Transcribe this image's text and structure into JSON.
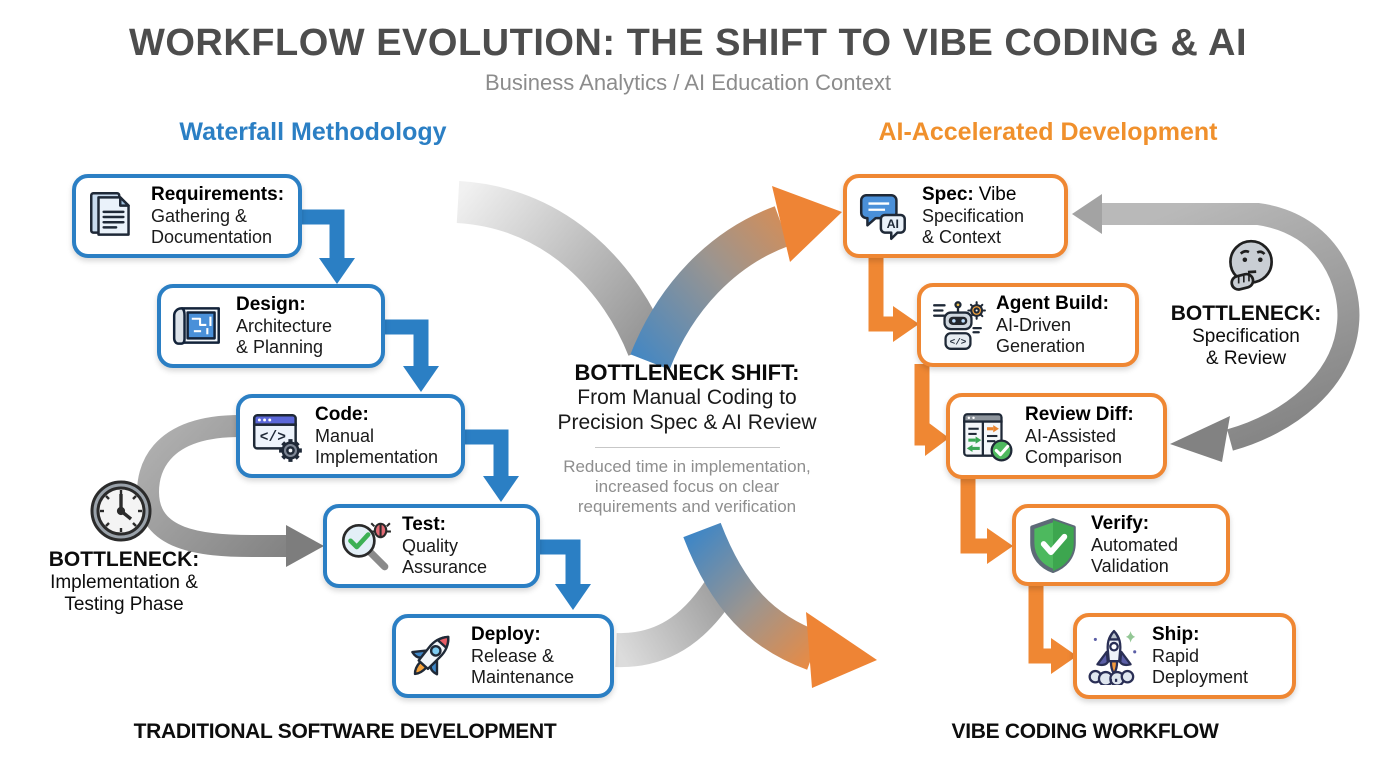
{
  "title": "WORKFLOW EVOLUTION: THE SHIFT TO VIBE CODING & AI",
  "subtitle": "Business Analytics / AI Education Context",
  "center": {
    "heading": "BOTTLENECK SHIFT:",
    "line1": "From Manual Coding to",
    "line2": "Precision Spec & AI Review",
    "note1": "Reduced time in implementation,",
    "note2": "increased focus on clear",
    "note3": "requirements and verification"
  },
  "left": {
    "header": "Waterfall Methodology",
    "footer": "TRADITIONAL SOFTWARE DEVELOPMENT",
    "accent_color": "#2b7fc4",
    "steps": [
      {
        "icon": "documents-icon",
        "title": "Requirements:",
        "suffix": "",
        "line1": "Gathering &",
        "line2": "Documentation"
      },
      {
        "icon": "blueprint-icon",
        "title": "Design:",
        "suffix": "",
        "line1": "Architecture",
        "line2": "& Planning"
      },
      {
        "icon": "code-window-icon",
        "title": "Code:",
        "suffix": "",
        "line1": "Manual",
        "line2": "Implementation"
      },
      {
        "icon": "magnifier-check-icon",
        "title": "Test:",
        "suffix": "",
        "line1": "Quality",
        "line2": "Assurance"
      },
      {
        "icon": "rocket-icon",
        "title": "Deploy:",
        "suffix": "",
        "line1": "Release &",
        "line2": "Maintenance"
      }
    ],
    "bottleneck": {
      "icon": "clock-icon",
      "title": "BOTTLENECK:",
      "line1": "Implementation &",
      "line2": "Testing Phase"
    }
  },
  "right": {
    "header": "AI-Accelerated Development",
    "footer": "VIBE CODING WORKFLOW",
    "accent_color": "#ef8733",
    "steps": [
      {
        "icon": "chat-ai-icon",
        "title": "Spec:",
        "suffix": "Vibe",
        "line1": "Specification",
        "line2": "& Context"
      },
      {
        "icon": "robot-icon",
        "title": "Agent Build:",
        "suffix": "",
        "line1": "AI-Driven",
        "line2": "Generation"
      },
      {
        "icon": "diff-window-icon",
        "title": "Review Diff:",
        "suffix": "",
        "line1": "AI-Assisted",
        "line2": "Comparison"
      },
      {
        "icon": "shield-check-icon",
        "title": "Verify:",
        "suffix": "",
        "line1": "Automated",
        "line2": "Validation"
      },
      {
        "icon": "rocket-launch-icon",
        "title": "Ship:",
        "suffix": "",
        "line1": "Rapid",
        "line2": "Deployment"
      }
    ],
    "bottleneck": {
      "icon": "thinking-face-icon",
      "title": "BOTTLENECK:",
      "line1": "Specification",
      "line2": "& Review"
    }
  },
  "colors": {
    "blue": "#2b7fc4",
    "orange": "#ef8733",
    "gray_arrow": "#8f8f8f",
    "title_gray": "#4d4d4d",
    "subtitle_gray": "#8c8c8c",
    "note_gray": "#8e8e8e"
  }
}
